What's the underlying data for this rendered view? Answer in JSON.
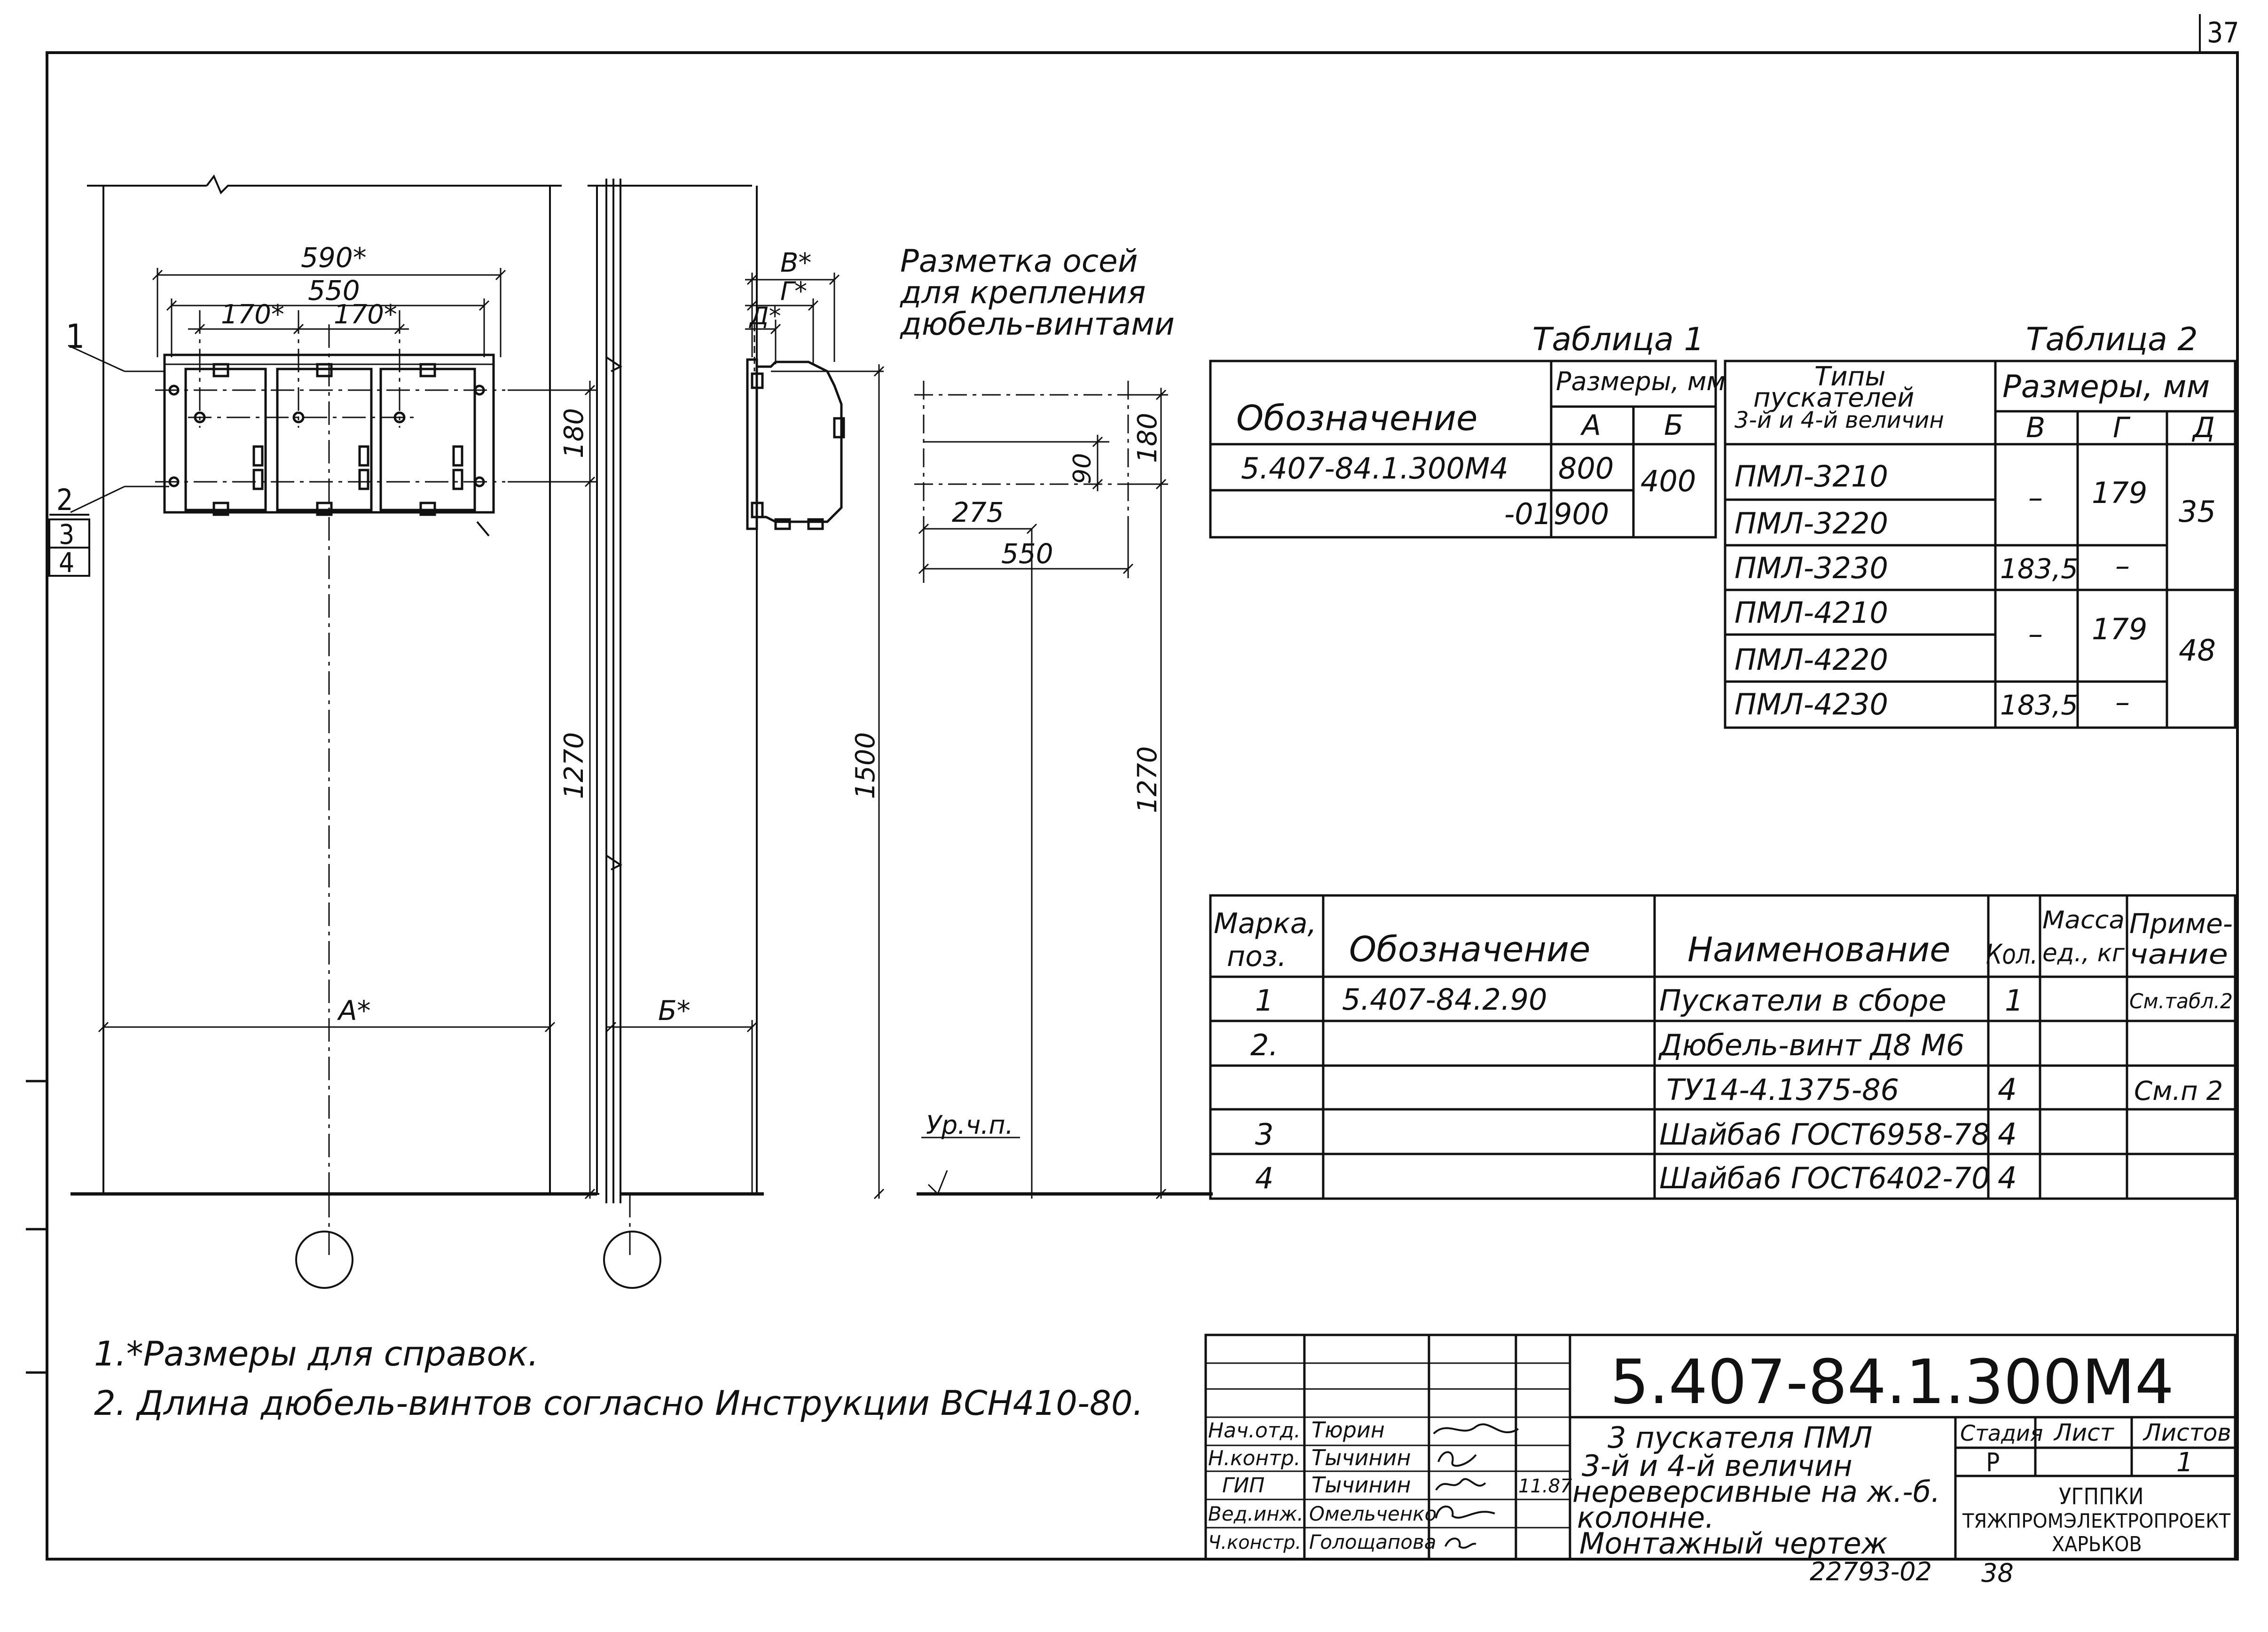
{
  "page_number": "37",
  "markup_title": [
    "Разметка осей",
    "для крепления",
    "дюбель-винтами"
  ],
  "front_view": {
    "dims": [
      "590*",
      "550",
      "170*",
      "170*",
      "180",
      "1270",
      "А*"
    ],
    "callouts": [
      "1",
      "2",
      "3",
      "4"
    ]
  },
  "side_view": {
    "dims": [
      "В*",
      "Г*",
      "Д*",
      "1500",
      "Б*"
    ]
  },
  "markup_dims": [
    "90",
    "180",
    "275",
    "550",
    "1270"
  ],
  "floor_label": "Ур.ч.п.",
  "table1": {
    "title": "Таблица 1",
    "h_designation": "Обозначение",
    "h_sizes": "Размеры, мм",
    "h_a": "А",
    "h_b": "Б",
    "rows": [
      {
        "designation": "5.407-84.1.300М4",
        "a": "800"
      },
      {
        "designation": "-01",
        "a": "900"
      }
    ],
    "b_value": "400"
  },
  "table2": {
    "title": "Таблица 2",
    "h_types": [
      "Типы",
      "пускателей",
      "3-й и 4-й величин"
    ],
    "h_sizes": "Размеры, мм",
    "h_v": "В",
    "h_g": "Г",
    "h_d": "Д",
    "types": [
      "ПМЛ-3210",
      "ПМЛ-3220",
      "ПМЛ-3230",
      "ПМЛ-4210",
      "ПМЛ-4220",
      "ПМЛ-4230"
    ],
    "cells": {
      "v1": "–",
      "g1": "179",
      "d1": "35",
      "v2": "183,5",
      "g2": "–",
      "v3": "–",
      "g3": "179",
      "d2": "48",
      "v4": "183,5",
      "g4": "–"
    }
  },
  "spec": {
    "h_mark": [
      "Марка,",
      "поз."
    ],
    "h_designation": "Обозначение",
    "h_name": "Наименование",
    "h_qty": "Кол.",
    "h_mass": [
      "Масса",
      "ед., кг"
    ],
    "h_note": [
      "Приме-",
      "чание"
    ],
    "rows": [
      {
        "mark": "1",
        "designation": "5.407-84.2.90",
        "name": "Пускатели в сборе",
        "qty": "1",
        "note": "См.табл.2"
      },
      {
        "mark": "2.",
        "designation": "",
        "name": "Дюбель-винт Д8 М6",
        "qty": "",
        "note": ""
      },
      {
        "mark": "",
        "designation": "",
        "name": "ТУ14-4.1375-86",
        "qty": "4",
        "note": "См.п 2"
      },
      {
        "mark": "3",
        "designation": "",
        "name": "Шайба6 ГОСТ6958-78",
        "qty": "4",
        "note": ""
      },
      {
        "mark": "4",
        "designation": "",
        "name": "Шайба6 ГОСТ6402-70",
        "qty": "4",
        "note": ""
      }
    ]
  },
  "notes": [
    "1.*Размеры для справок.",
    "2. Длина дюбель-винтов согласно Инструкции ВСН410-80."
  ],
  "title_block": {
    "doc_code": "5.407-84.1.300М4",
    "roles": [
      "Нач.отд.",
      "Н.контр.",
      "ГИП",
      "Вед.инж.",
      "Ч.констр."
    ],
    "names": [
      "Тюрин",
      "Тычинин",
      "Тычинин",
      "Омельченко",
      "Голощапова"
    ],
    "date": "11.87",
    "description": [
      "3 пускателя ПМЛ",
      "3-й и 4-й величин",
      "нереверсивные на ж.-б.",
      "колонне.",
      "Монтажный чертеж"
    ],
    "h_stage": "Стадия",
    "h_sheet": "Лист",
    "h_sheets": "Листов",
    "stage": "Р",
    "sheets": "1",
    "org": [
      "УГППКИ",
      "ТЯЖПРОМЭЛЕКТРОПРОЕКТ",
      "ХАРЬКОВ"
    ],
    "archive": "22793-02",
    "archive_page": "38"
  }
}
